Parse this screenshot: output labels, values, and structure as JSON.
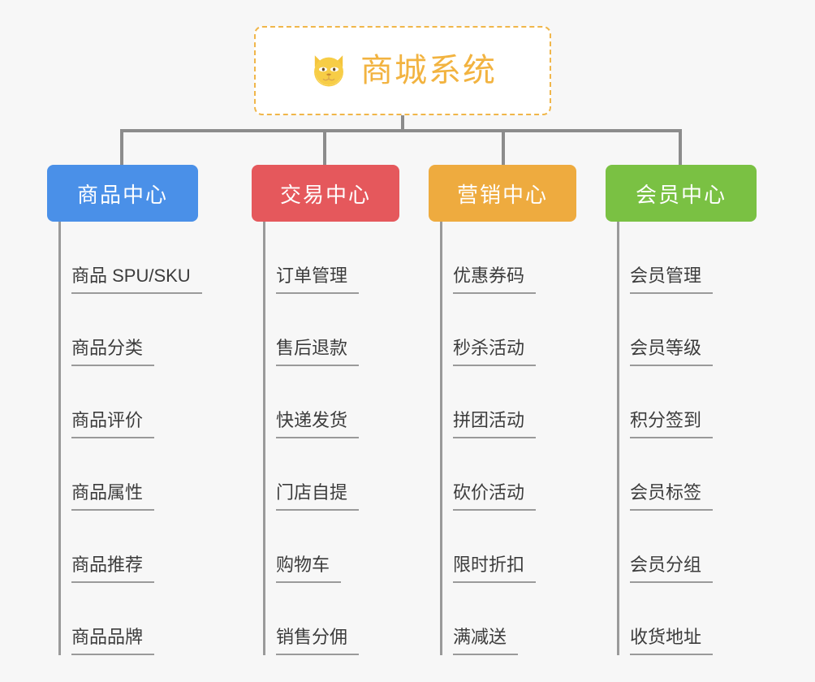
{
  "page": {
    "background_color": "#f7f7f7",
    "title": "商城系统",
    "diagram_type": "mindmap-tree"
  },
  "root": {
    "label": "商城系统",
    "icon": "shiba-dog-face-icon",
    "text_color": "#f2b340",
    "border_color": "#f0b64a",
    "background_color": "#ffffff"
  },
  "connector": {
    "color": "#8c8c8c"
  },
  "columns": [
    {
      "key": "product-center",
      "label": "商品中心",
      "color": "#4a90e8",
      "items": [
        "商品 SPU/SKU",
        "商品分类",
        "商品评价",
        "商品属性",
        "商品推荐",
        "商品品牌"
      ]
    },
    {
      "key": "trade-center",
      "label": "交易中心",
      "color": "#e5585c",
      "items": [
        "订单管理",
        "售后退款",
        "快递发货",
        "门店自提",
        "购物车",
        "销售分佣"
      ]
    },
    {
      "key": "marketing-center",
      "label": "营销中心",
      "color": "#eeab3f",
      "items": [
        "优惠券码",
        "秒杀活动",
        "拼团活动",
        "砍价活动",
        "限时折扣",
        "满减送"
      ]
    },
    {
      "key": "member-center",
      "label": "会员中心",
      "color": "#7ac143",
      "items": [
        "会员管理",
        "会员等级",
        "积分签到",
        "会员标签",
        "会员分组",
        "收货地址"
      ]
    }
  ]
}
